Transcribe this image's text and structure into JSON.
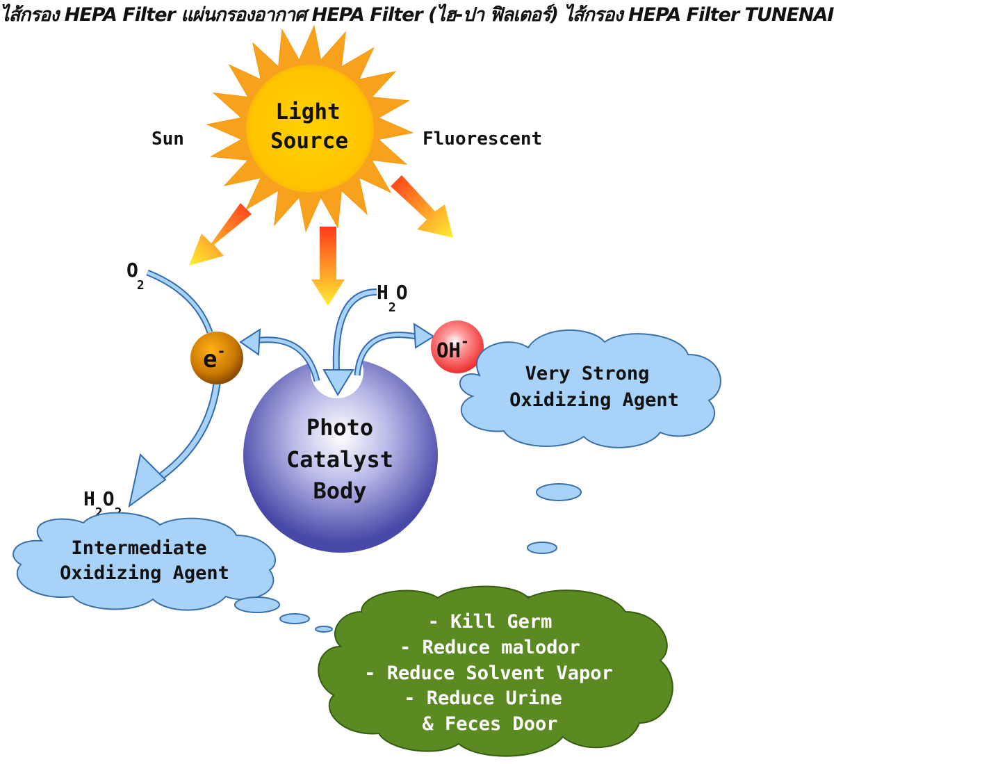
{
  "header": {
    "garbled_title": "ไส้กรอง HEPA Filter แผ่นกรองอากาศ HEPA Filter (ไฮ-ปา ฟิลเตอร์) ไส้กรอง HEPA Filter TUNENAI"
  },
  "diagram": {
    "light_source": {
      "line1": "Light",
      "line2": "Source"
    },
    "sun_label": "Sun",
    "fluorescent_label": "Fluorescent",
    "o2": {
      "base": "O",
      "sub": "2"
    },
    "h2o": {
      "base1": "H",
      "sub": "2",
      "base2": "O"
    },
    "electron": {
      "base": "e",
      "sup": "-"
    },
    "hydroxyl": {
      "base": "OH",
      "sup": "-"
    },
    "catalyst": {
      "line1": "Photo",
      "line2": "Catalyst",
      "line3": "Body"
    },
    "h2o2": {
      "base1": "H",
      "sub1": "2",
      "base2": "O",
      "sub2": "2"
    },
    "strong_cloud": {
      "line1": "Very Strong",
      "line2": "Oxidizing Agent"
    },
    "intermediate_cloud": {
      "line1": "Intermediate",
      "line2": "Oxidizing Agent"
    },
    "effects_cloud": {
      "line1": "- Kill Germ",
      "line2": "- Reduce malodor",
      "line3": "- Reduce Solvent Vapor",
      "line4": "- Reduce Urine",
      "line5": "& Feces Door"
    },
    "colors": {
      "sun_rays": "#f7a11c",
      "sun_core": "#ffcc00",
      "catalyst_sphere": "#5454b0",
      "electron": "#b86b00",
      "hydroxyl": "#f04040",
      "blue_cloud": "#a8d2f8",
      "green_cloud": "#5b8a22",
      "arrow_fill": "#a8d2f8"
    }
  }
}
